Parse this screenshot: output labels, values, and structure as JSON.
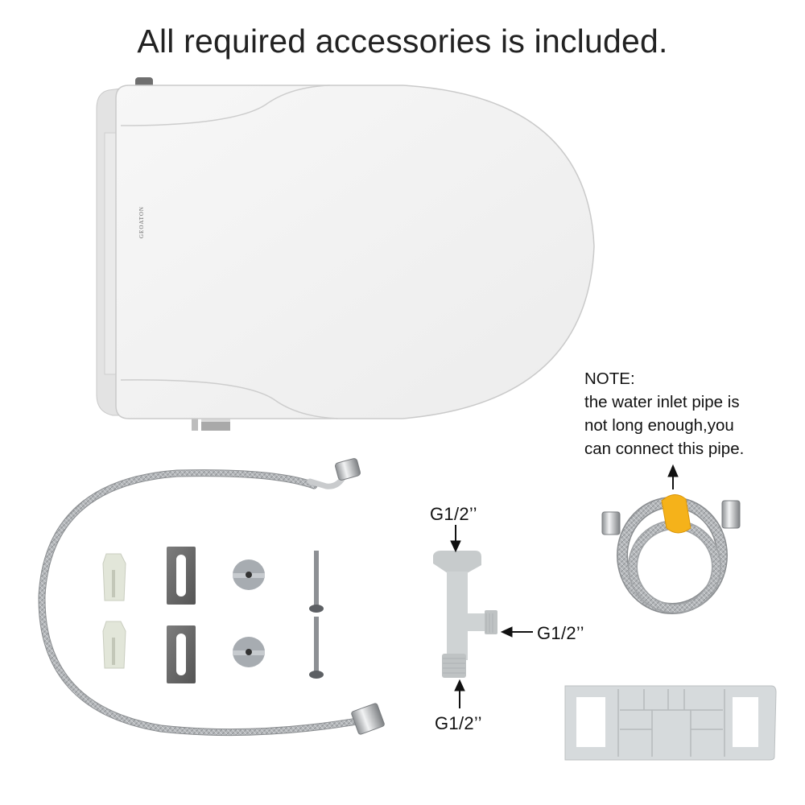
{
  "header": {
    "title": "All required accessories is included."
  },
  "seat": {
    "brand_mark": "GEOATON",
    "colors": {
      "body": "#f3f3f3",
      "outline": "#c8c8c8",
      "hinge": "#d9d9d9"
    }
  },
  "note": {
    "heading": "NOTE:",
    "line1": "the water inlet pipe is",
    "line2": "not long enough,you",
    "line3": "can connect this pipe."
  },
  "tee_valve": {
    "top_label": "G1/2’’",
    "side_label": "G1/2’’",
    "bottom_label": "G1/2’’"
  },
  "accessories": {
    "items": [
      {
        "name": "expansion-anchor",
        "count": 2
      },
      {
        "name": "slotted-metal-plate",
        "count": 2
      },
      {
        "name": "winged-nut",
        "count": 2
      },
      {
        "name": "mounting-screw",
        "count": 2
      },
      {
        "name": "braided-water-hose",
        "count": 1
      },
      {
        "name": "extension-hose-with-yellow-clip",
        "count": 1
      },
      {
        "name": "t-valve-adapter",
        "count": 1
      },
      {
        "name": "mounting-bracket-plate",
        "count": 1
      }
    ],
    "colors": {
      "clip": "#f5b21a",
      "plastic": "#cfd3d4",
      "steel": "#a9acaf"
    }
  }
}
